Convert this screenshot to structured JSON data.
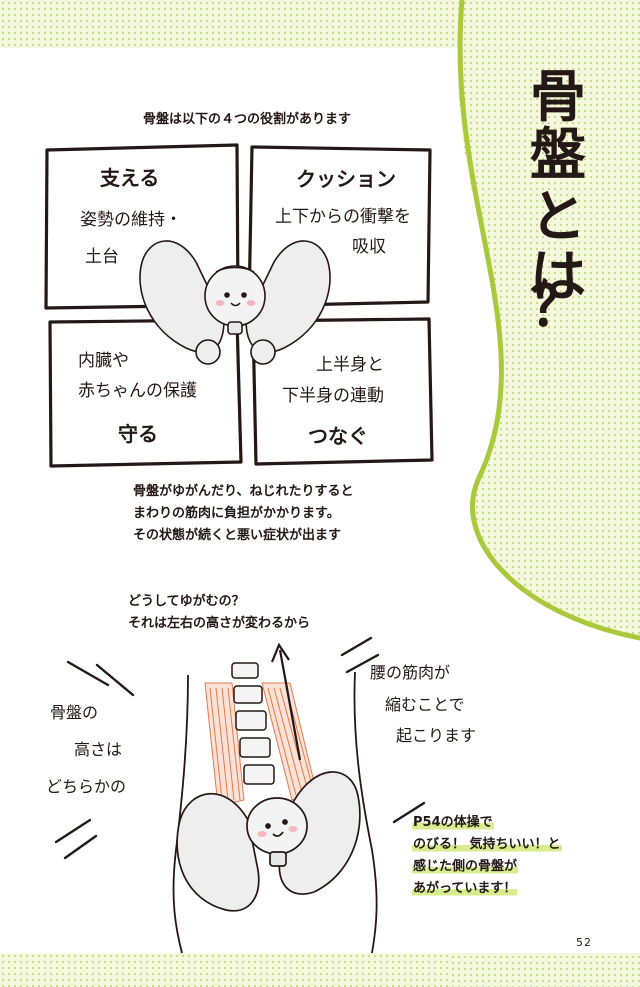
{
  "title_chars": [
    "骨",
    "盤",
    "と",
    "は",
    "？"
  ],
  "intro": "骨盤は以下の４つの役割があります",
  "roles": {
    "support": {
      "title": "支える",
      "desc": [
        "姿勢の維持・",
        "土台"
      ]
    },
    "cushion": {
      "title": "クッション",
      "desc": [
        "上下からの衝撃を",
        "吸収"
      ]
    },
    "protect": {
      "title": "守る",
      "desc": [
        "内臓や",
        "赤ちゃんの保護"
      ]
    },
    "connect": {
      "title": "つなぐ",
      "desc": [
        "上半身と",
        "下半身の連動"
      ]
    }
  },
  "explanation": [
    "骨盤がゆがんだり、ねじれたりすると",
    "まわりの筋肉に負担がかかります。",
    "その状態が続くと悪い症状が出ます"
  ],
  "question": [
    "どうしてゆがむの？",
    "それは左右の高さが変わるから"
  ],
  "left_note": [
    "骨盤の",
    "高さは",
    "どちらかの"
  ],
  "right_note": [
    "腰の筋肉が",
    "縮むことで",
    "起こります"
  ],
  "highlight_note": [
    "P54の体操で",
    "のびる！ 気持ちいい！と",
    "感じた側の骨盤が",
    "あがっています！"
  ],
  "page_number": "52",
  "colors": {
    "accent_green": "#a9c93a",
    "pattern_green": "#c6d98a",
    "highlight": "#d7ec8c",
    "muscle": "#e07a4f"
  }
}
